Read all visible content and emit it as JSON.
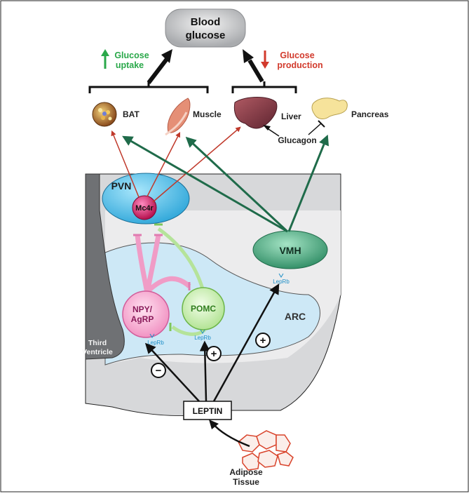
{
  "blood_glucose": {
    "line1": "Blood",
    "line2": "glucose"
  },
  "glucose_uptake": {
    "line1": "Glucose",
    "line2": "uptake",
    "color": "#2aa84a"
  },
  "glucose_production": {
    "line1": "Glucose",
    "line2": "production",
    "color": "#d23a2c"
  },
  "organs": {
    "bat": "BAT",
    "muscle": "Muscle",
    "liver": "Liver",
    "pancreas": "Pancreas",
    "glucagon": "Glucagon"
  },
  "brain": {
    "pvn": "PVN",
    "mc4r": "Mc4r",
    "vmh": "VMH",
    "arc": "ARC",
    "third_ventricle": {
      "line1": "Third",
      "line2": "Ventricle"
    },
    "npy": {
      "line1": "NPY/",
      "line2": "AgRP"
    },
    "pomc": "POMC",
    "leprb": "LepRb",
    "minus": "−",
    "plus": "+"
  },
  "leptin": "LEPTIN",
  "adipose": {
    "line1": "Adipose",
    "line2": "Tissue"
  },
  "colors": {
    "green_arrow": "#1f6b4a",
    "red_arrow": "#c0392b",
    "pvn_fill": "#4fc1ea",
    "arc_fill": "#cfe9f7",
    "vmh_fill": "#3aa77c",
    "mc4r_fill": "#d81b60",
    "npy_fill": "#f5a9cf",
    "pomc_fill": "#c9efb3",
    "adipose_stroke": "#d9432b"
  }
}
